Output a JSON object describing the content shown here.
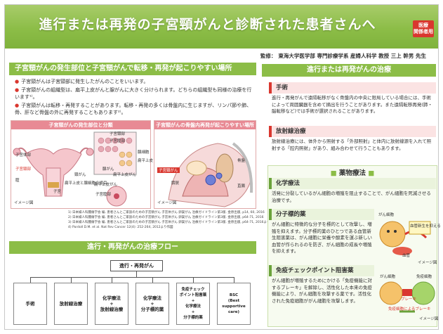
{
  "header": {
    "title": "進行または再発の子宮頸がんと診断された患者さんへ",
    "badge_line1": "医療",
    "badge_line2": "関係者用",
    "supervisor_label": "監修：",
    "supervisor": "東海大学医学部 専門診療学系 産婦人科学 教授 三上 幹男 先生"
  },
  "left": {
    "section_title": "子宮頸がんの発生部位と子宮頸がんで転移・再発が起こりやすい場所",
    "bullets": [
      "子宮頸がんは子宮頸部に発生したがんのことをいいます。",
      "子宮頸がんの組織型は、扁平上皮がんと腺がんに大きく分けられます。どちらの組織型も同様の治療を行います¹⁾。",
      "子宮頸がんは転移・再発することがあります。転移・再発の多くは骨盤内に生じますが、リンパ節や肺、骨、肝など骨盤の外に再発することもあります²⁾。"
    ],
    "figure1": {
      "caption": "子宮頸がんの発生部位と分類",
      "labels": [
        "子宮頸部",
        "子宮腟部",
        "腺細胞",
        "扁平上皮",
        "腺がん",
        "扁平上皮がん",
        "扁平上皮がん",
        "子宮体部",
        "子宮頸部",
        "腟",
        "子宮",
        "頸がん",
        "扁平上皮と腺細胞の境目",
        "子宮腟部",
        "イメージ図"
      ]
    },
    "figure2": {
      "caption": "子宮頸がんの骨盤内再発が起こりやすい場所",
      "labels": [
        "子宮頸がん",
        "膀胱",
        "骨盤",
        "直腸",
        "イメージ図"
      ]
    },
    "references": [
      "1) 日本婦人科腫瘍学会 編. 患者さんとご家族のための子宮頸がん 子宮体がん 卵巣がん 治療ガイドライン第3版. 金原出版, p14, 60, 2016",
      "2) 日本婦人科腫瘍学会 編. 患者さんとご家族のための子宮頸がん 子宮体がん 卵巣がん 治療ガイドライン第3版. 金原出版, p64-71, 2016",
      "3) 日本婦人科腫瘍学会 編. 患者さんとご家族のための子宮頸がん 子宮体がん 卵巣がん 治療ガイドライン第3版. 金原出版, p64-71, 2016より作図",
      "4) Pardoll D.M. et al. Nat Rev Cancer 12(4): 252-264, 2012より作図"
    ]
  },
  "flow": {
    "section_title": "進行・再発がんの治療フロー",
    "top": "進行・再発がん",
    "boxes": [
      "手術",
      "放射線治療",
      "化学療法\n+\n放射線治療",
      "化学療法\n+\n分子標的薬",
      "免疫チェック\nポイント阻害薬\n+\n化学療法\n+\n分子標的薬",
      "BSC\n(Best supportive\ncare)"
    ]
  },
  "right": {
    "section_title": "進行または再発がんの治療",
    "surgery": {
      "title": "手術",
      "text": "進行・再発がんで遠隔転移がなく骨盤内の中央に限局している場合には、手術によって周囲臓器を含めて摘出を行うことがあります。また遠隔転移再発(肺・脳転移など)では手術が選択されることがあります。"
    },
    "radiation": {
      "title": "放射線治療",
      "text": "放射線治療には、体外から照射する「外部照射」と体内に放射線源を入れて照射する「腔内照射」があり、組み合わせて行うこともあります。"
    },
    "drugs_title": "薬物療法",
    "chemo": {
      "title": "化学療法",
      "text": "活発に分裂しているがん細胞の増殖を阻止することで、がん細胞を死滅させる治療です。"
    },
    "targeted": {
      "title": "分子標的薬",
      "text": "がん細胞に特徴的な分子を標的として攻撃し、増殖を抑えます。分子標的薬のひとつである血管新生阻害薬は、がん細胞に栄養や酸素を運ぶ新しい血管が作られるのを防ぎ、がん細胞の成長や増殖を抑えます。",
      "ill_labels": [
        "がん細胞",
        "血管新生を抑える",
        "血管",
        "イメージ図"
      ]
    },
    "checkpoint": {
      "title": "免疫チェックポイント阻害薬",
      "text": "がん細胞が増殖するためにかける「免疫機能に対するブレーキ」を解除し、活性化した本来の免疫機能により、がん細胞を攻撃する薬です。活性化された免疫細胞ががん細胞を攻撃します。",
      "ill_labels": [
        "がん細胞",
        "免疫細胞",
        "ブレーキ",
        "免疫細胞によるブレーキ",
        "イメージ図"
      ]
    }
  },
  "colors": {
    "green": "#8cbd47",
    "red": "#d9372f",
    "pink": "#e88a94"
  }
}
